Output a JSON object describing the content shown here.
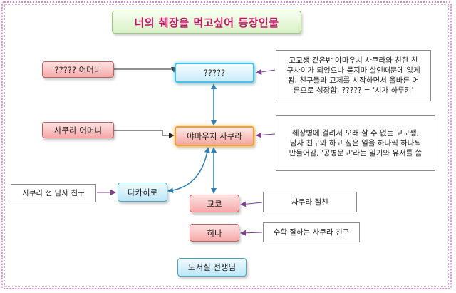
{
  "title": "너의 췌장을 먹고싶어 등장인물",
  "nodes": {
    "unknown_main": "?????",
    "unknown_mother": "????? 어머니",
    "sakura_mother": "사쿠라 어머니",
    "sakura": "야마우치 사쿠라",
    "takahiro": "다카히로",
    "kyoko": "교코",
    "hina": "히나",
    "teacher": "도서실 선생님"
  },
  "notes": {
    "unknown_main": [
      "고교생 같은반 야마우치 사쿠라와 친한 친",
      "구사이가 되었으나 묻지마 살인때문에 잃게",
      "됨, 친구들과 교제를 시작하면서 올바른 어",
      "른으로 성장함, ????? = '시가 하루키'"
    ],
    "sakura": [
      "췌장병에 걸려서 오래 살 수 없는 고교생,",
      "남자 친구와 하고 싶은 일을 하나씩 하나씩",
      "만들어감, '공병문고'라는 일기와 유서를 씀"
    ],
    "takahiro": "사쿠라 전 남자 친구",
    "kyoko": "사쿠라 절친",
    "hina": "수학 잘하는 사쿠라 친구"
  },
  "colors": {
    "title_text": "#c2186b",
    "node_red": "#f6a8a8",
    "node_blue": "#bde6f6",
    "connector": "#2f7fb0",
    "arrow_note": "#7a3f8f",
    "frame": "#d98ad6"
  }
}
